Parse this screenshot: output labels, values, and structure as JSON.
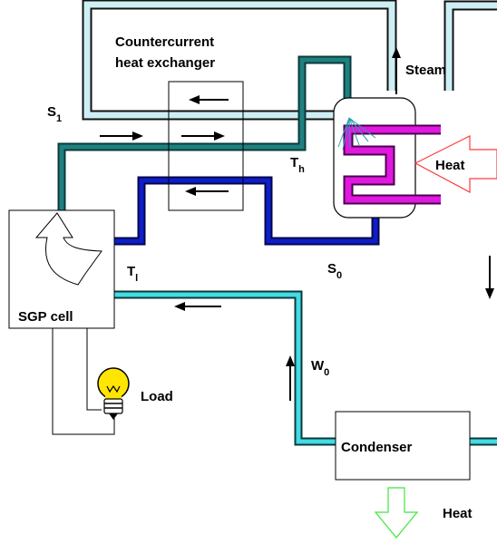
{
  "labels": {
    "hx_line1": "Countercurrent",
    "hx_line2": "heat exchanger",
    "steam": "Steam",
    "heat_in": "Heat",
    "s1_main": "S",
    "s1_sub": "1",
    "th_main": "T",
    "th_sub": "h",
    "s0_main": "S",
    "s0_sub": "0",
    "tl_main": "T",
    "tl_sub": "l",
    "sgp_cell": "SGP cell",
    "w0_main": "W",
    "w0_sub": "0",
    "load": "Load",
    "condenser": "Condenser",
    "heat_out": "Heat"
  },
  "colors": {
    "steam_loop_fill": "#cdeef4",
    "teal_pipe": "#1f8080",
    "blue_pipe": "#0e1ec8",
    "cyan_pipe": "#44dbe4",
    "heater_magenta": "#e018e0",
    "heat_in_arrow": "#ff3b3b",
    "heat_out_arrow": "#3ee63e",
    "spray": "#22a0b4"
  },
  "icons": {
    "lightbulb": "lightbulb-icon"
  }
}
